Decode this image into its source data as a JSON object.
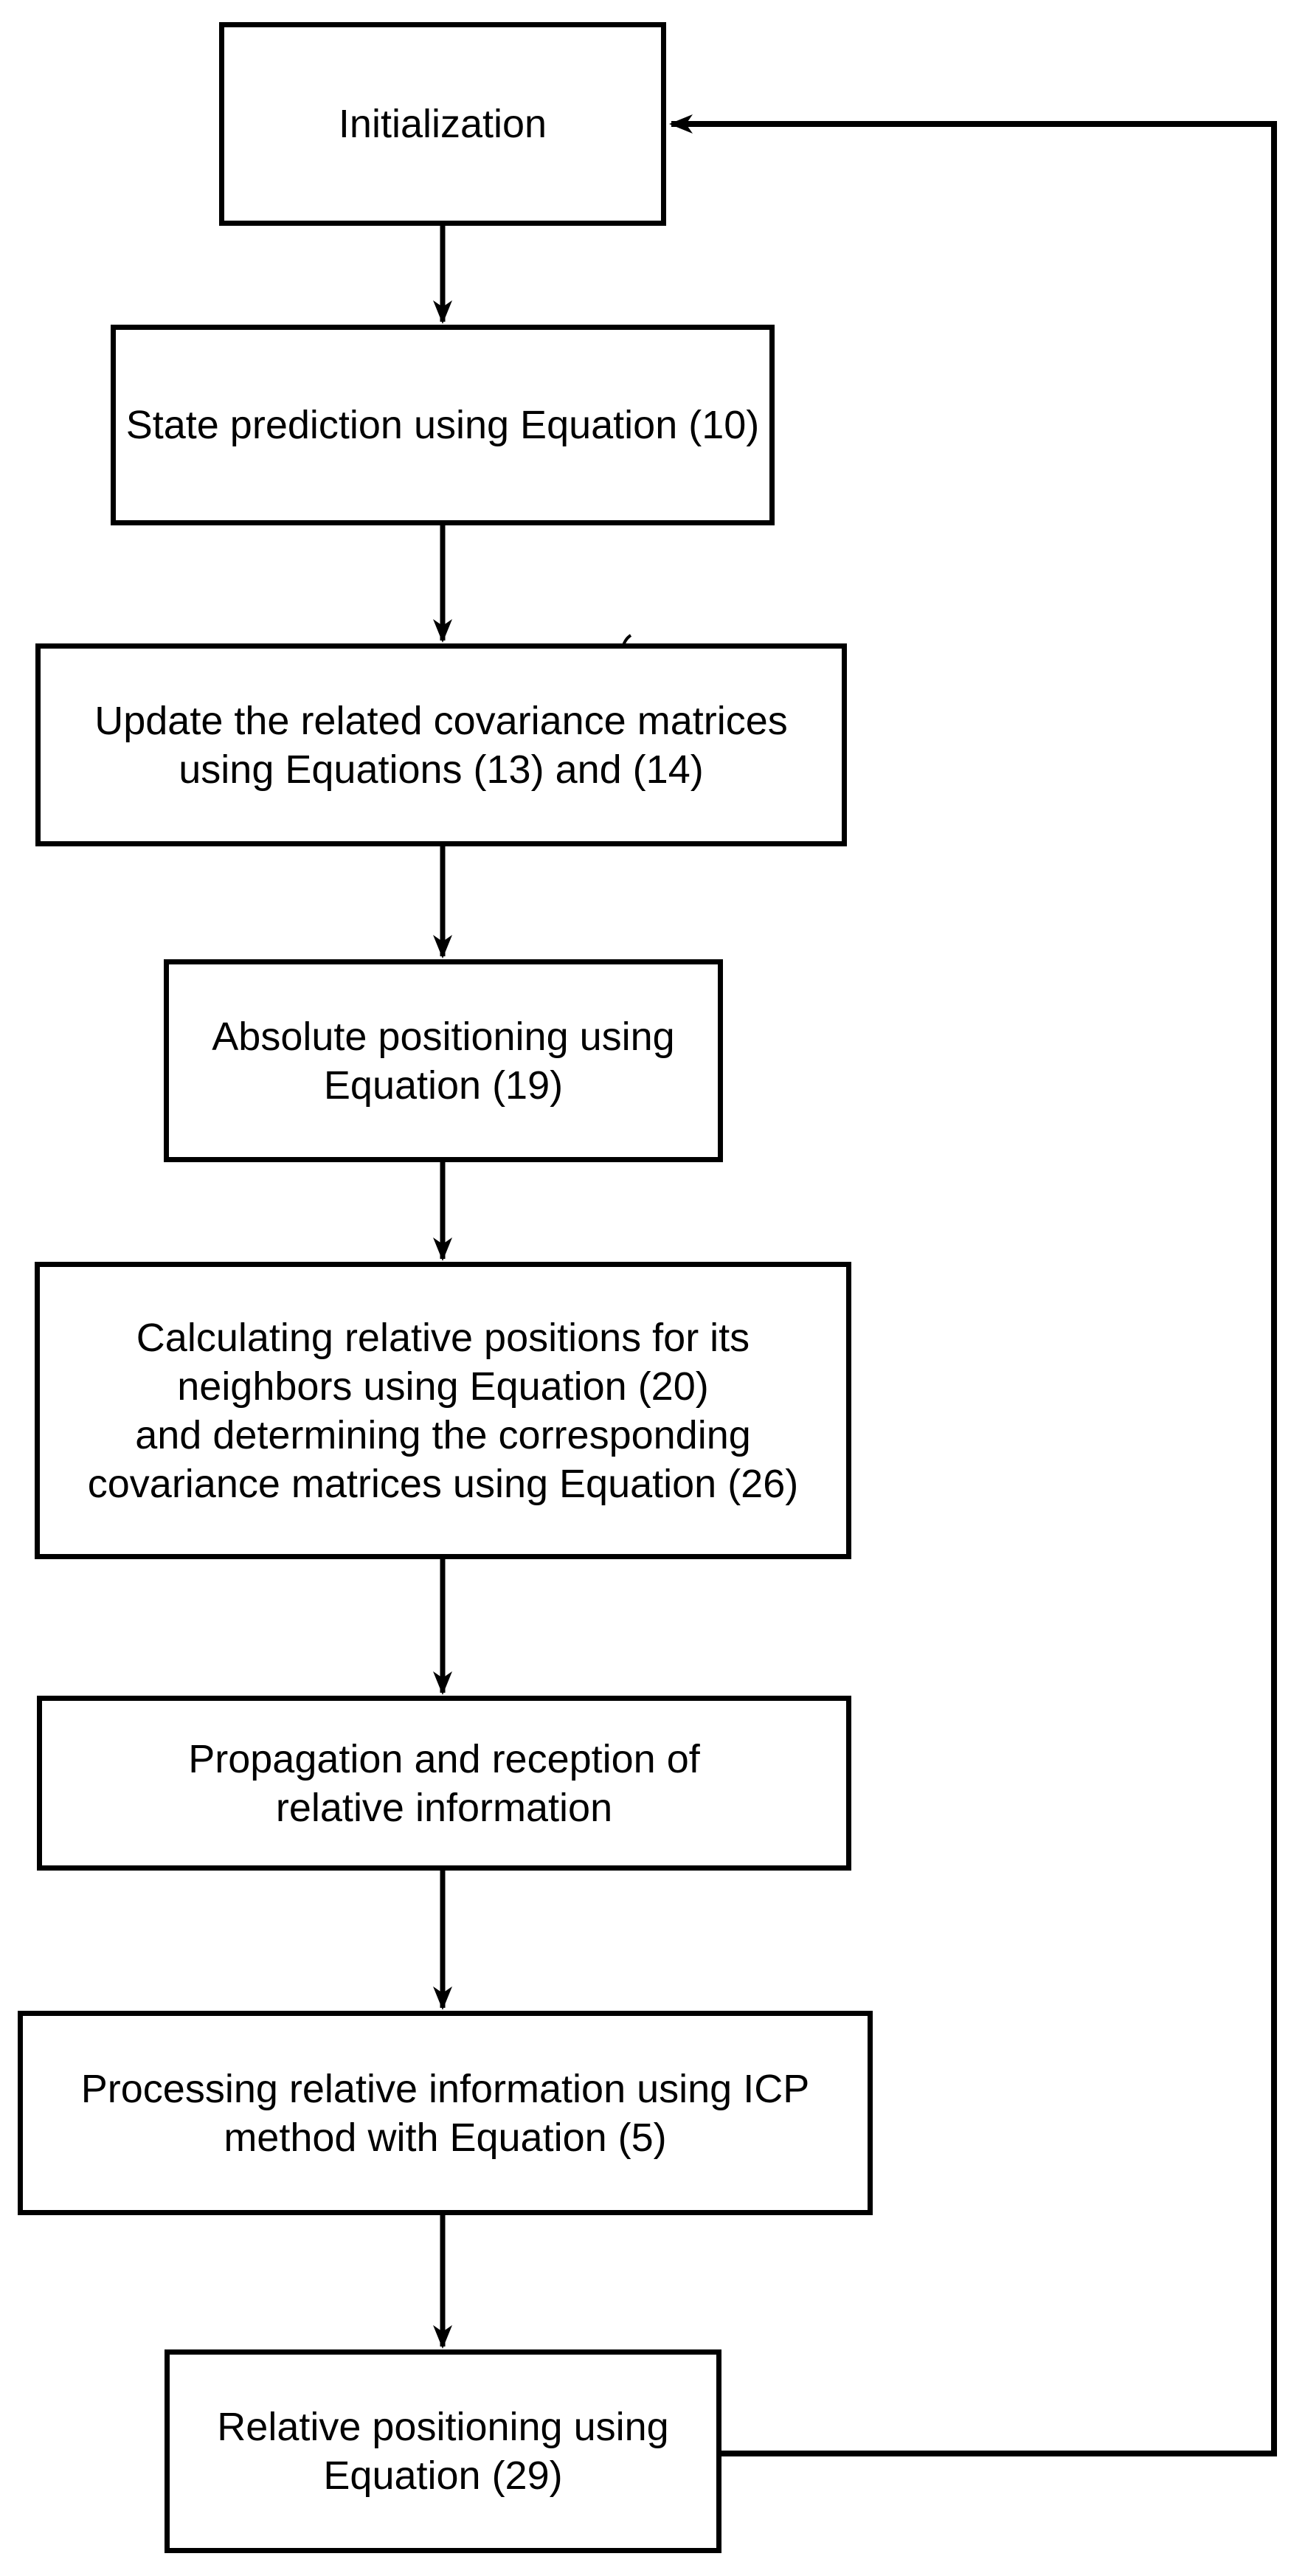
{
  "flowchart": {
    "colors": {
      "stroke": "#000000",
      "background": "#ffffff",
      "text": "#000000"
    },
    "nodes": [
      {
        "id": "initialization",
        "lines": [
          "Initialization"
        ]
      },
      {
        "id": "state-prediction",
        "lines": [
          "State prediction using Equation (10)"
        ]
      },
      {
        "id": "update-covariance-matrices",
        "lines": [
          "Update the related covariance matrices",
          "using Equations (13) and (14)"
        ]
      },
      {
        "id": "absolute-positioning",
        "lines": [
          "Absolute positioning using",
          "Equation (19)"
        ]
      },
      {
        "id": "calculate-relative-positions",
        "lines": [
          "Calculating relative positions for its",
          "neighbors using Equation (20)",
          "and determining the corresponding",
          "covariance matrices using Equation (26)"
        ]
      },
      {
        "id": "propagation-reception",
        "lines": [
          "Propagation and reception of",
          "relative information"
        ]
      },
      {
        "id": "processing-relative-information",
        "lines": [
          "Processing relative information using ICP",
          "method with Equation (5)"
        ]
      },
      {
        "id": "relative-positioning",
        "lines": [
          "Relative positioning using",
          "Equation (29)"
        ]
      }
    ],
    "edges": [
      {
        "from": "initialization",
        "to": "state-prediction",
        "type": "down-arrow"
      },
      {
        "from": "state-prediction",
        "to": "update-covariance-matrices",
        "type": "down-arrow"
      },
      {
        "from": "update-covariance-matrices",
        "to": "absolute-positioning",
        "type": "down-arrow"
      },
      {
        "from": "absolute-positioning",
        "to": "calculate-relative-positions",
        "type": "down-arrow"
      },
      {
        "from": "calculate-relative-positions",
        "to": "propagation-reception",
        "type": "down-arrow"
      },
      {
        "from": "propagation-reception",
        "to": "processing-relative-information",
        "type": "down-arrow"
      },
      {
        "from": "processing-relative-information",
        "to": "relative-positioning",
        "type": "down-arrow"
      },
      {
        "from": "relative-positioning",
        "to": "initialization",
        "type": "feedback-loop"
      }
    ]
  }
}
